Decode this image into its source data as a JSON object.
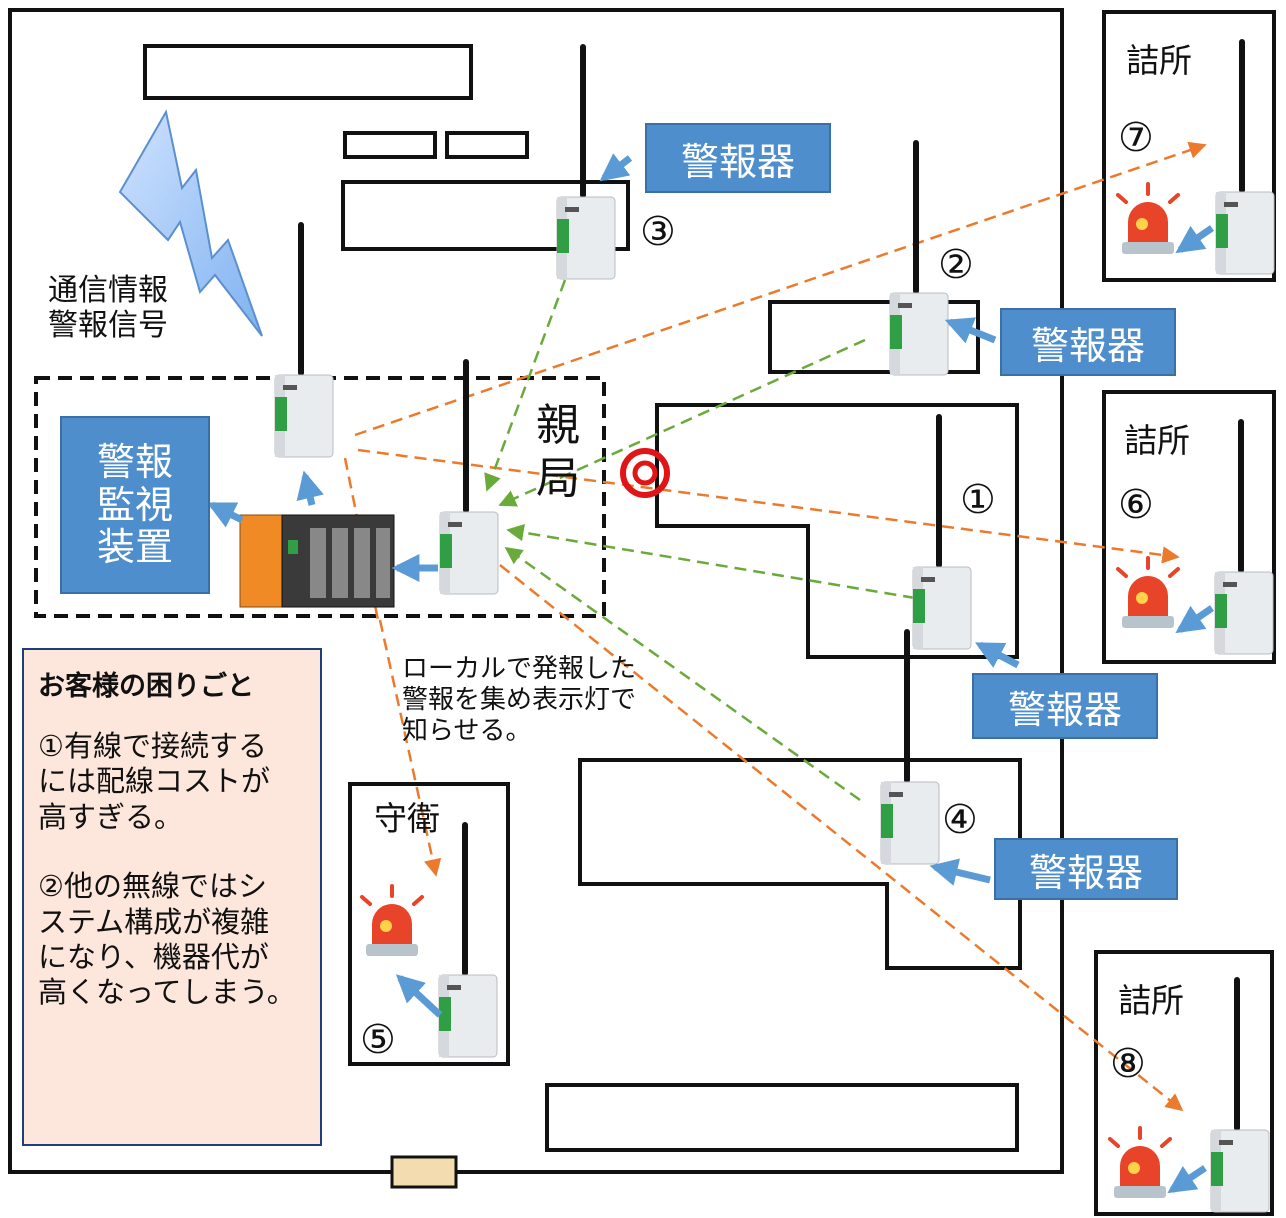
{
  "labels": {
    "comm_info": "通信情報\n警報信号",
    "parent_station": "親\n局",
    "monitor_device": "警報\n監視\n装置",
    "alarm": "警報器",
    "local_note": "ローカルで発報した\n警報を集め表示灯で\n知らせる。",
    "guard": "守衛",
    "station": "詰所"
  },
  "numbers": {
    "n1": "①",
    "n2": "②",
    "n3": "③",
    "n4": "④",
    "n5": "⑤",
    "n6": "⑥",
    "n7": "⑦",
    "n8": "⑧"
  },
  "panel": {
    "title": "お客様の困りごと",
    "item1": "①有線で接続する\nには配線コストが\n高すぎる。",
    "item2": "②他の無線ではシ\nステム構成が複雑\nになり、機器代が\n高くなってしまう。"
  },
  "colors": {
    "orange_line": "#ec7a2c",
    "green_line": "#6aaa3a",
    "blue_box": "#4f8ecd",
    "panel_bg": "#fde7dc"
  }
}
